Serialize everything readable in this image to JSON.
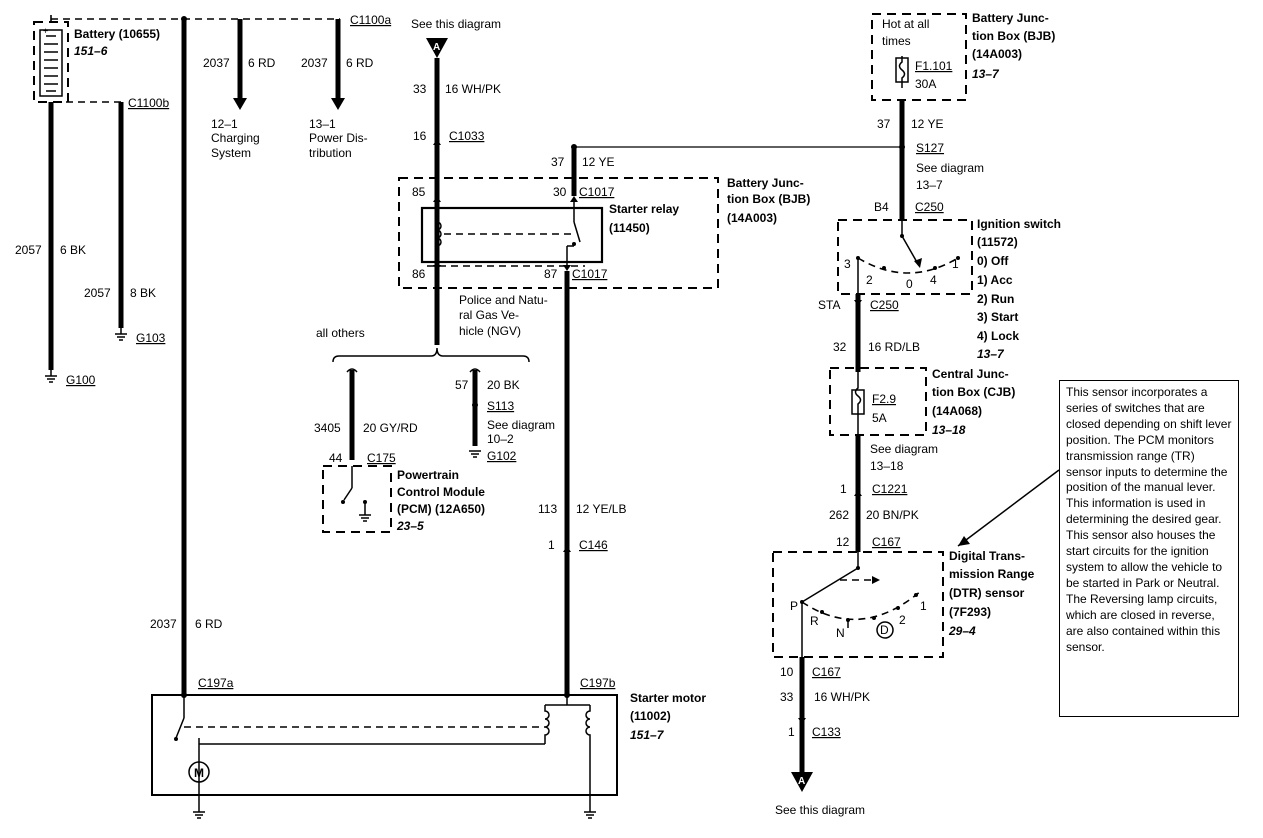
{
  "battery": {
    "title": "Battery (10655)",
    "ref": "151–6"
  },
  "labels": {
    "c1100a": "C1100a",
    "c1100b": "C1100b",
    "w2037a_num": "2037",
    "w2037a_col": "6 RD",
    "w2037b_num": "2037",
    "w2037b_col": "6 RD",
    "charging": [
      "12–1",
      "Charging",
      "System"
    ],
    "power_dist": [
      "13–1",
      "Power Dis-",
      "tribution"
    ],
    "w2057a_num": "2057",
    "w2057a_col": "6 BK",
    "w2057b_num": "2057",
    "w2057b_col": "8 BK",
    "g103": "G103",
    "g100": "G100",
    "w2037c_num": "2037",
    "w2037c_col": "6 RD",
    "c197a": "C197a"
  },
  "starter_motor": {
    "title": "Starter motor",
    "part": "(11002)",
    "ref": "151–7",
    "connector": "C197b",
    "motor_symbol": "M"
  },
  "top_ref": {
    "see": "See this diagram",
    "marker": "A"
  },
  "wire33": {
    "num": "33",
    "col": "16 WH/PK"
  },
  "c1033": {
    "pin": "16",
    "name": "C1033"
  },
  "bjb_left": {
    "title": [
      "Battery Junc-",
      "tion Box (BJB)",
      "(14A003)"
    ],
    "pin85": "85",
    "pin30": "30",
    "c1017a": "C1017",
    "pin86": "86",
    "pin87": "87",
    "c1017b": "C1017",
    "relay_title": "Starter relay",
    "relay_part": "(11450)"
  },
  "wire37_mid": {
    "num": "37",
    "col": "12 YE"
  },
  "police_note": [
    "Police and Natu-",
    "ral Gas Ve-",
    "hicle (NGV)"
  ],
  "all_others": "all others",
  "wire57": {
    "num": "57",
    "col": "20 BK",
    "splice": "S113",
    "see": [
      "See diagram",
      "10–2"
    ],
    "ground": "G102"
  },
  "wire3405": {
    "num": "3405",
    "col": "20 GY/RD"
  },
  "c175": {
    "pin": "44",
    "name": "C175"
  },
  "pcm": {
    "title": [
      "Powertrain",
      "Control Module",
      "(PCM) (12A650)"
    ],
    "ref": "23–5"
  },
  "wire113": {
    "num": "113",
    "col": "12 YE/LB"
  },
  "c146": {
    "pin": "1",
    "name": "C146"
  },
  "bjb_top": {
    "note": [
      "Hot at all",
      "times"
    ],
    "fuse": "F1.101",
    "amps": "30A",
    "title": [
      "Battery Junc-",
      "tion Box (BJB)",
      "(14A003)"
    ],
    "ref": "13–7"
  },
  "wire37_right": {
    "num": "37",
    "col": "12 YE"
  },
  "s127": {
    "name": "S127",
    "see": [
      "See diagram",
      "13–7"
    ]
  },
  "c250_top": {
    "pin": "B4",
    "name": "C250"
  },
  "ignition": {
    "title": [
      "Ignition switch",
      "(11572)"
    ],
    "positions": [
      "0)   Off",
      "1)   Acc",
      "2)   Run",
      "3)   Start",
      "4)   Lock"
    ],
    "ref": "13–7",
    "contacts": [
      "3",
      "2",
      "0",
      "4",
      "1"
    ]
  },
  "c250_bot": {
    "pin": "STA",
    "name": "C250"
  },
  "wire32": {
    "num": "32",
    "col": "16 RD/LB"
  },
  "cjb": {
    "fuse": "F2.9",
    "amps": "5A",
    "title": [
      "Central Junc-",
      "tion Box (CJB)",
      "(14A068)"
    ],
    "ref": "13–18",
    "see": [
      "See diagram",
      "13–18"
    ]
  },
  "c1221": {
    "pin": "1",
    "name": "C1221"
  },
  "wire262": {
    "num": "262",
    "col": "20 BN/PK"
  },
  "c167_top": {
    "pin": "12",
    "name": "C167"
  },
  "dtr": {
    "title": [
      "Digital Trans-",
      "mission Range",
      "(DTR) sensor",
      "(7F293)"
    ],
    "ref": "29–4",
    "contacts": [
      "P",
      "R",
      "N",
      "D",
      "2",
      "1"
    ]
  },
  "c167_bot": {
    "pin": "10",
    "name": "C167"
  },
  "wire33b": {
    "num": "33",
    "col": "16 WH/PK"
  },
  "c133": {
    "pin": "1",
    "name": "C133"
  },
  "bottom_ref": {
    "see": "See this diagram",
    "marker": "A"
  },
  "note": "This sensor incorporates a series of switches that are closed depending on shift lever position. The PCM monitors transmission range (TR) sensor inputs to determine the position of the manual lever. This information is used in determining the desired gear. This sensor also houses the start circuits for the ignition system to allow the vehicle to be started in Park or Neutral. The Reversing lamp circuits, which are closed in reverse, are also contained within this sensor."
}
